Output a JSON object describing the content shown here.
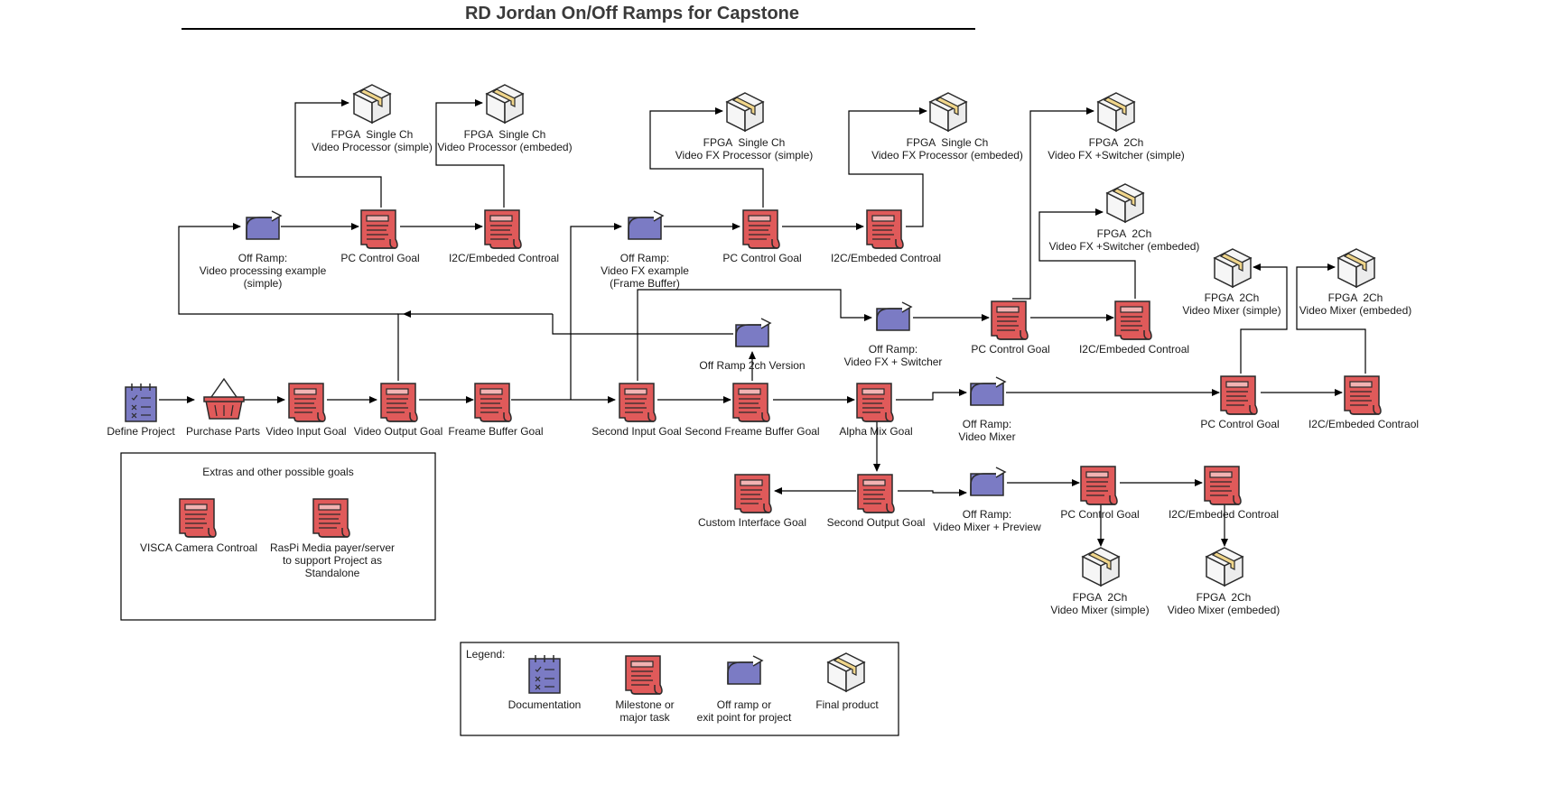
{
  "title": "RD Jordan On/Off Ramps for Capstone",
  "extras_title": "Extras and other possible goals",
  "legend_title": "Legend:",
  "colors": {
    "milestone": "#e05a5a",
    "documentation": "#7b7bc4",
    "offramp": "#7b7bc4",
    "product": "#f6f6f6",
    "product_tape": "#f0d58a",
    "stroke": "#2b2b2b"
  },
  "labels": {
    "define": "Define Project",
    "purchase": "Purchase Parts",
    "video_input": "Video Input Goal",
    "video_output": "Video Output Goal",
    "frame_buffer": "Freame Buffer Goal",
    "second_input": "Second Input Goal",
    "second_frame_buffer": "Second Freame Buffer Goal",
    "alpha_mix": "Alpha Mix Goal",
    "off_ramp_video_processing": "Off Ramp:\nVideo processing example\n(simple)",
    "pc_control_1": "PC Control Goal",
    "i2c_1": "I2C/Embeded Controal",
    "fpga_single_simple": "FPGA  Single Ch\nVideo Processor (simple)",
    "fpga_single_embeded": "FPGA  Single Ch\nVideo Processor (embeded)",
    "off_ramp_video_fx": "Off Ramp:\nVideo FX example\n(Frame Buffer)",
    "pc_control_2": "PC Control Goal",
    "i2c_2": "I2C/Embeded Controal",
    "fpga_fx_simple": "FPGA  Single Ch\nVideo FX Processor (simple)",
    "fpga_fx_embeded": "FPGA  Single Ch\nVideo FX Processor (embeded)",
    "off_ramp_2ch": "Off Ramp 2ch Version",
    "off_ramp_fx_switcher": "Off Ramp:\nVideo FX + Switcher",
    "pc_control_3": "PC Control Goal",
    "i2c_3": "I2C/Embeded Controal",
    "fpga_2ch_fx_simple": "FPGA  2Ch\nVideo FX +Switcher (simple)",
    "fpga_2ch_fx_embeded": "FPGA  2Ch\nVideo FX +Switcher (embeded)",
    "off_ramp_video_mixer": "Off Ramp:\nVideo Mixer",
    "pc_control_4": "PC Control Goal",
    "i2c_4": "I2C/Embeded Contraol",
    "fpga_2ch_mixer_simple_top": "FPGA  2Ch\nVideo Mixer (simple)",
    "fpga_2ch_mixer_embeded_top": "FPGA  2Ch\nVideo Mixer (embeded)",
    "custom_interface": "Custom Interface Goal",
    "second_output": "Second Output Goal",
    "off_ramp_mixer_preview": "Off Ramp:\nVideo Mixer + Preview",
    "pc_control_5": "PC Control Goal",
    "i2c_5": "I2C/Embeded Controal",
    "fpga_2ch_mixer_simple_bottom": "FPGA  2Ch\nVideo Mixer (simple)",
    "fpga_2ch_mixer_embeded_bottom": "FPGA  2Ch\nVideo Mixer (embeded)",
    "visca": "VISCA Camera Controal",
    "raspi": "RasPi Media payer/server\nto support Project as\nStandalone",
    "legend_documentation": "Documentation",
    "legend_milestone": "Milestone or\nmajor task",
    "legend_offramp": "Off ramp or\nexit point for project",
    "legend_product": "Final product"
  }
}
